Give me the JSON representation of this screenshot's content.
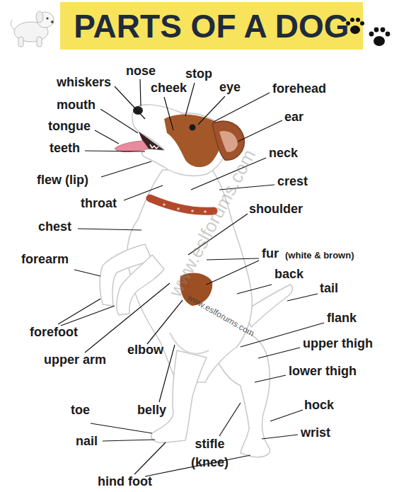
{
  "diagram": {
    "title": "PARTS OF A DOG",
    "labels": [
      "nose",
      "whiskers",
      "stop",
      "cheek",
      "eye",
      "forehead",
      "mouth",
      "ear",
      "tongue",
      "teeth",
      "neck",
      "flew (lip)",
      "crest",
      "throat",
      "shoulder",
      "chest",
      "fur",
      "(white & brown)",
      "forearm",
      "back",
      "tail",
      "forefoot",
      "flank",
      "elbow",
      "upper thigh",
      "upper arm",
      "lower thigh",
      "toe",
      "belly",
      "hock",
      "nail",
      "wrist",
      "stifle (knee)",
      "hind foot",
      "www.eslforums.com",
      "www.eslforums.com"
    ]
  }
}
